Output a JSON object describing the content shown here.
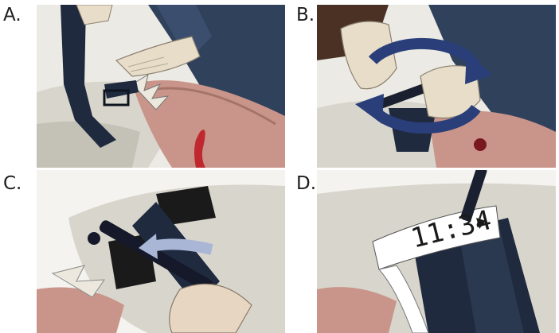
{
  "panels": [
    {
      "id": "A",
      "label": "A.",
      "scene": "apply-tourniquet-above-wound"
    },
    {
      "id": "B",
      "label": "B.",
      "scene": "twist-windlass"
    },
    {
      "id": "C",
      "label": "C.",
      "scene": "lock-windlass-in-clip"
    },
    {
      "id": "D",
      "label": "D.",
      "scene": "write-time-on-tag"
    }
  ],
  "time_tag": "11:34",
  "colors": {
    "strap": "#1f2a3f",
    "sleeve": "#30415c",
    "skin_dark": "#4a3124",
    "glove": "#e8ddc9",
    "wound": "#c0282f",
    "arrow": "#2a3f7a",
    "arrow_light": "#a9b6d6",
    "cloth": "#d8d6cc",
    "arm_skin": "#c9958a"
  }
}
